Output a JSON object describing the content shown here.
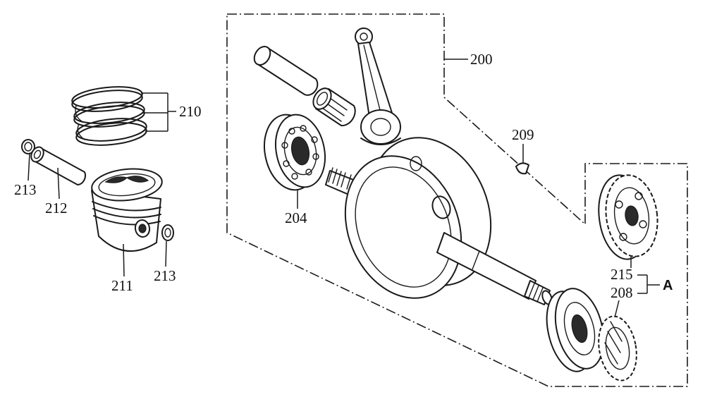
{
  "labels": {
    "crankshaft_assembly": "200",
    "piston_rings": "210",
    "circlip": "213",
    "piston_pin": "212",
    "piston": "211",
    "bearing_left": "204",
    "woodruff_key": "209",
    "drive_gear": "215",
    "timing_gear": "208",
    "group": "A"
  },
  "colors": {
    "ink": "#1a1a1a",
    "paper": "#ffffff"
  }
}
